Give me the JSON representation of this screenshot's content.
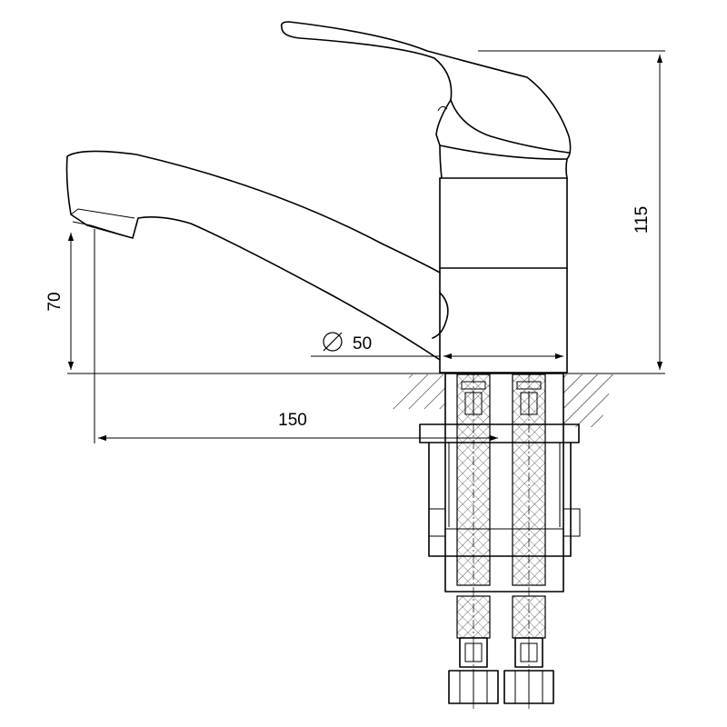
{
  "drawing": {
    "subject": "faucet",
    "dimensions": {
      "height_total": "115",
      "spout_height": "70",
      "spout_reach": "150",
      "base_diameter": "50"
    }
  }
}
